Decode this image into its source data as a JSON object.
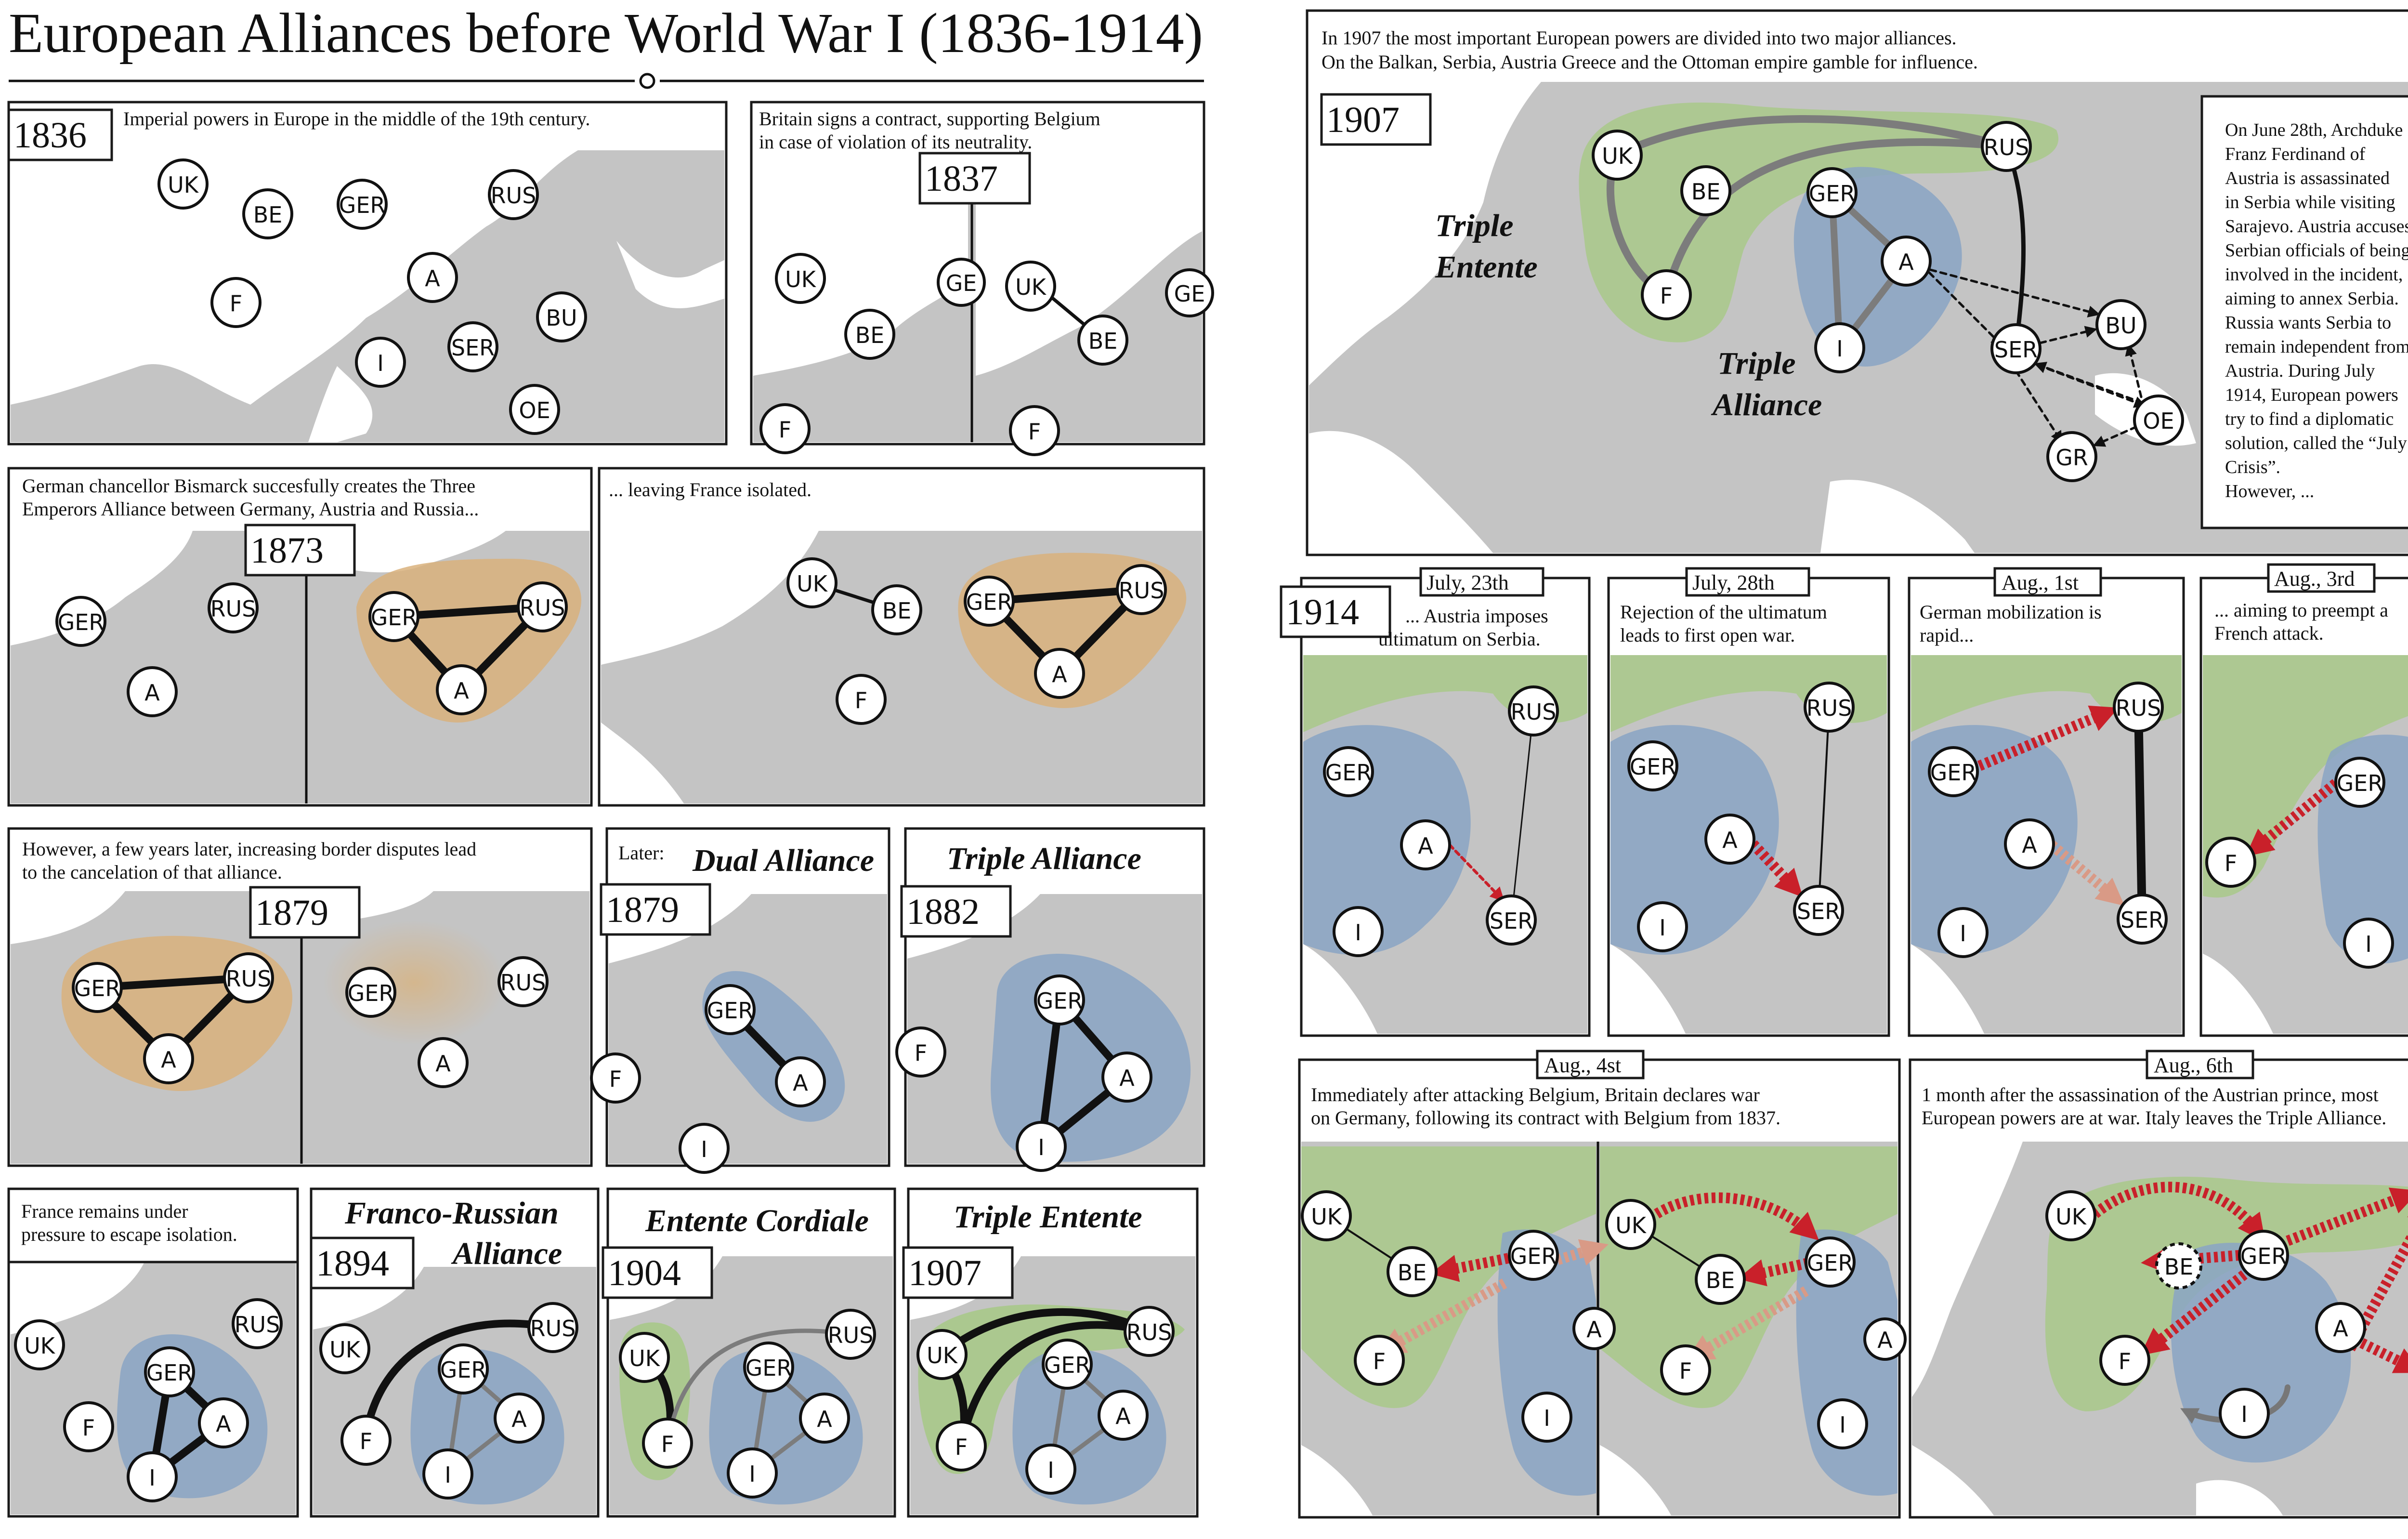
{
  "title": "European Alliances before World War I (1836-1914)",
  "colors": {
    "map_gray": "#c4c4c4",
    "entente_green": "#a9c98a",
    "alliance_blue": "#8aa4c4",
    "three_emperors_orange": "#d9b27c",
    "war_red": "#c9202a",
    "war_red_faded": "#d99a86"
  },
  "nodes": {
    "UK": "UK",
    "BE": "BE",
    "GER": "GER",
    "F": "F",
    "A": "A",
    "I": "I",
    "RUS": "RUS",
    "SER": "SER",
    "BU": "BU",
    "OE": "OE",
    "GR": "GR",
    "GE": "GE"
  },
  "panels": {
    "p1836": {
      "year": "1836",
      "caption": [
        "Imperial powers in Europe in the middle of the 19th century."
      ]
    },
    "p1837": {
      "year": "1837",
      "caption": [
        "Britain signs a contract, supporting Belgium",
        "in case of violation of its neutrality."
      ]
    },
    "p1873": {
      "year": "1873",
      "caption": [
        "German chancellor Bismarck succesfully creates the Three",
        "Emperors Alliance between Germany, Austria and Russia..."
      ]
    },
    "p1873b": {
      "caption": [
        "... leaving France isolated."
      ]
    },
    "p1879": {
      "year": "1879",
      "caption": [
        "However, a few years later, increasing border disputes lead",
        "to the cancelation of that alliance."
      ]
    },
    "pdual": {
      "prefix": "Later:",
      "title": "Dual Alliance",
      "year": "1879"
    },
    "ptriple": {
      "title": "Triple  Alliance",
      "year": "1882"
    },
    "pfrance": {
      "caption": [
        "France remains under",
        "pressure to escape isolation."
      ]
    },
    "pfranco": {
      "title_line1": "Franco-Russian",
      "title_line2": "Alliance",
      "year": "1894"
    },
    "pcordiale": {
      "title": "Entente Cordiale",
      "year": "1904"
    },
    "pentente": {
      "title": "Triple Entente",
      "year": "1907"
    },
    "p1907": {
      "year": "1907",
      "caption": [
        "In 1907 the most important European powers are divided into two major alliances.",
        "On the Balkan, Serbia, Austria Greece and the Ottoman empire gamble for influence."
      ],
      "label_entente": [
        "Triple",
        "Entente"
      ],
      "label_alliance": [
        "Triple",
        "Alliance"
      ],
      "side_text": [
        "On June 28th, Archduke",
        "Franz Ferdinand of",
        "Austria is assassinated",
        "in Serbia while visiting",
        "Sarajevo. Austria accuses",
        "Serbian officials of being",
        "involved in the incident,",
        "aiming to annex Serbia.",
        "Russia wants Serbia to",
        "remain independent from",
        "Austria. During July",
        "1914, European powers",
        "try to find a diplomatic",
        "solution, called the “July",
        "Crisis”.",
        "However, ..."
      ]
    },
    "pj23": {
      "year": "1914",
      "date": "July, 23th",
      "caption": [
        "... Austria imposes",
        "ultimatum on Serbia."
      ]
    },
    "pj28": {
      "date": "July, 28th",
      "caption": [
        "Rejection of the ultimatum",
        "leads to first open war."
      ]
    },
    "pa1": {
      "date": "Aug., 1st",
      "caption": [
        "German mobilization is",
        "rapid..."
      ]
    },
    "pa3": {
      "date": "Aug., 3rd",
      "caption": [
        "... aiming to preempt a",
        "French attack."
      ]
    },
    "pa4": {
      "date": "Aug., 4st",
      "caption": [
        "Immediately after attacking Belgium, Britain declares war",
        "on Germany, following its contract with Belgium from 1837."
      ]
    },
    "pa6": {
      "date": "Aug., 6th",
      "caption": [
        "1 month after the assassination of the Austrian prince, most",
        "European powers are at war. Italy leaves the Triple Alliance."
      ]
    }
  }
}
